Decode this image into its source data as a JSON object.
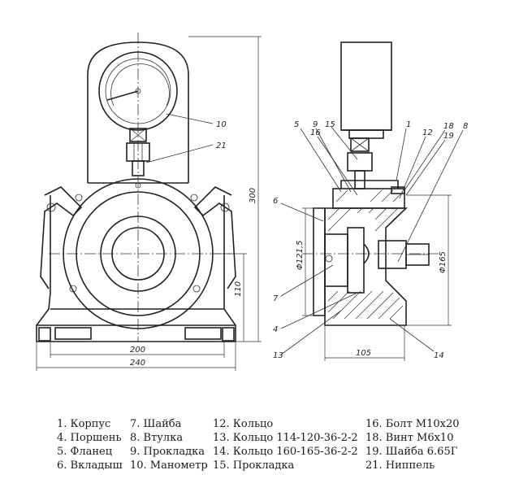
{
  "callouts": {
    "front_10": "10",
    "front_21": "21",
    "side_5": "5",
    "side_9": "9",
    "side_16": "16",
    "side_15": "15",
    "side_1": "1",
    "side_12": "12",
    "side_18": "18",
    "side_19": "19",
    "side_8": "8",
    "side_6": "6",
    "side_7": "7",
    "side_4": "4",
    "side_13": "13",
    "side_14": "14"
  },
  "dimensions": {
    "width_200": "200",
    "width_240": "240",
    "height_300": "300",
    "height_110": "110",
    "dia_121_5": "Φ121,5",
    "dia_165": "Φ165",
    "depth_105": "105"
  },
  "legend": [
    [
      "1. Корпус",
      "4. Поршень",
      "5. Фланец",
      "6. Вкладыш"
    ],
    [
      "7. Шайба",
      "8. Втулка",
      "9. Прокладка",
      "10. Манометр"
    ],
    [
      "12. Кольцо",
      "13. Кольцо 114-120-36-2-2",
      "14. Кольцо 160-165-36-2-2",
      "15. Прокладка"
    ],
    [
      "16. Болт М10х20",
      "18. Винт М6х10",
      "19. Шайба 6.65Г",
      "21. Ниппель"
    ]
  ]
}
